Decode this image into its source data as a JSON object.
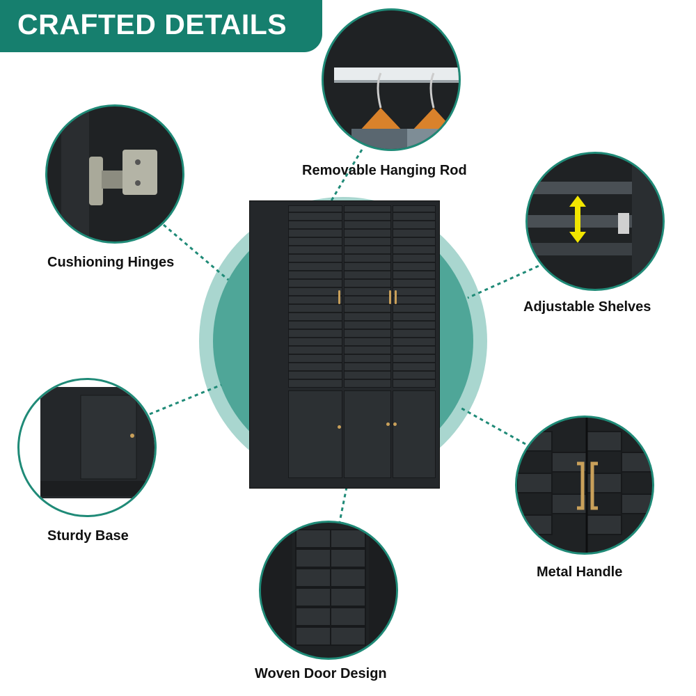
{
  "header": {
    "title": "CRAFTED DETAILS"
  },
  "colors": {
    "accent": "#167f6e",
    "ring_light": "#a9d6cf",
    "ring_inner": "#4fa698",
    "product": "#24272a",
    "handle": "#c9a05a",
    "arrow": "#f2e600"
  },
  "features": [
    {
      "label": "Removable Hanging Rod",
      "icon": "hanging-rod-icon"
    },
    {
      "label": "Cushioning Hinges",
      "icon": "hinge-icon"
    },
    {
      "label": "Adjustable Shelves",
      "icon": "shelf-arrows-icon"
    },
    {
      "label": "Sturdy Base",
      "icon": "base-icon"
    },
    {
      "label": "Metal Handle",
      "icon": "handle-icon"
    },
    {
      "label": "Woven Door Design",
      "icon": "woven-icon"
    }
  ]
}
